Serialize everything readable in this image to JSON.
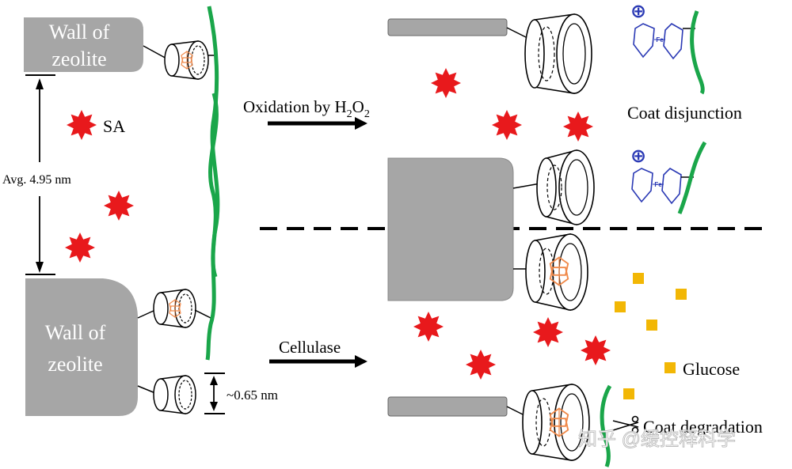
{
  "labels": {
    "wall_top": [
      "Wall of",
      "zeolite"
    ],
    "wall_bottom": [
      "Wall of",
      "zeolite"
    ],
    "sa": "SA",
    "avg_distance": "Avg. 4.95 nm",
    "size_small": "~0.65 nm",
    "oxidation": {
      "main": "Oxidation by H",
      "sub1": "2",
      "mid": "O",
      "sub2": "2"
    },
    "cellulase": "Cellulase",
    "coat_disjunction": "Coat disjunction",
    "glucose": "Glucose",
    "coat_degradation": "Coat degradation",
    "plus_symbol": "⊕",
    "fe": "Fe",
    "watermark": "知乎 @缓控释科学"
  },
  "colors": {
    "wall": "#a6a6a6",
    "coat": "#1aa64a",
    "star": "#e8191c",
    "glucose": "#f2b705",
    "ferrocene": "#2b3ab5",
    "ferrocene_inside": "#f08a4b"
  }
}
